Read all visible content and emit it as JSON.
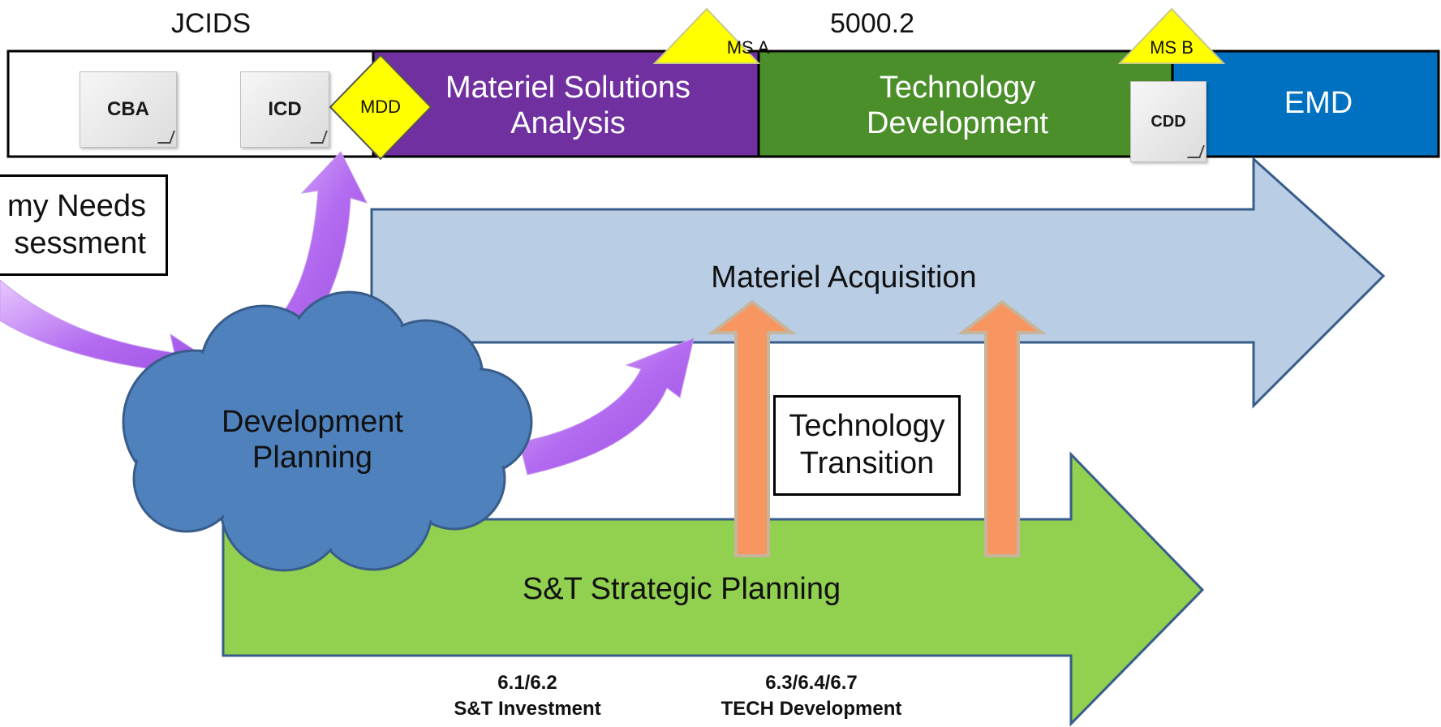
{
  "header": {
    "jcids_label": "JCIDS",
    "dod_label": "5000.2"
  },
  "timeline": {
    "documents": {
      "cba": "CBA",
      "icd": "ICD",
      "cdd": "CDD"
    },
    "mdd": "MDD",
    "msa_line1": "Materiel Solutions",
    "msa_line2": "Analysis",
    "td_line1": "Technology",
    "td_line2": "Development",
    "emd": "EMD",
    "milestone_a": "MS A",
    "milestone_b": "MS B"
  },
  "boxes": {
    "needs_line1": "my Needs",
    "needs_line2": "sessment",
    "tech_transition_line1": "Technology",
    "tech_transition_line2": "Transition"
  },
  "arrows": {
    "materiel_acquisition": "Materiel Acquisition",
    "st_strategic_planning": "S&T Strategic Planning"
  },
  "cloud": {
    "line1": "Development",
    "line2": "Planning"
  },
  "budget": {
    "left_line1": "6.1/6.2",
    "left_line2": "S&T Investment",
    "right_line1": "6.3/6.4/6.7",
    "right_line2": "TECH Development"
  },
  "colors": {
    "msa": "#7030a0",
    "td": "#4a8f2a",
    "emd": "#0070c0",
    "acquisition_arrow": "#b9cde5",
    "st_arrow": "#92d050",
    "cloud": "#4f81bd",
    "transition_arrow": "#f79660",
    "milestone": "#ffff00"
  }
}
